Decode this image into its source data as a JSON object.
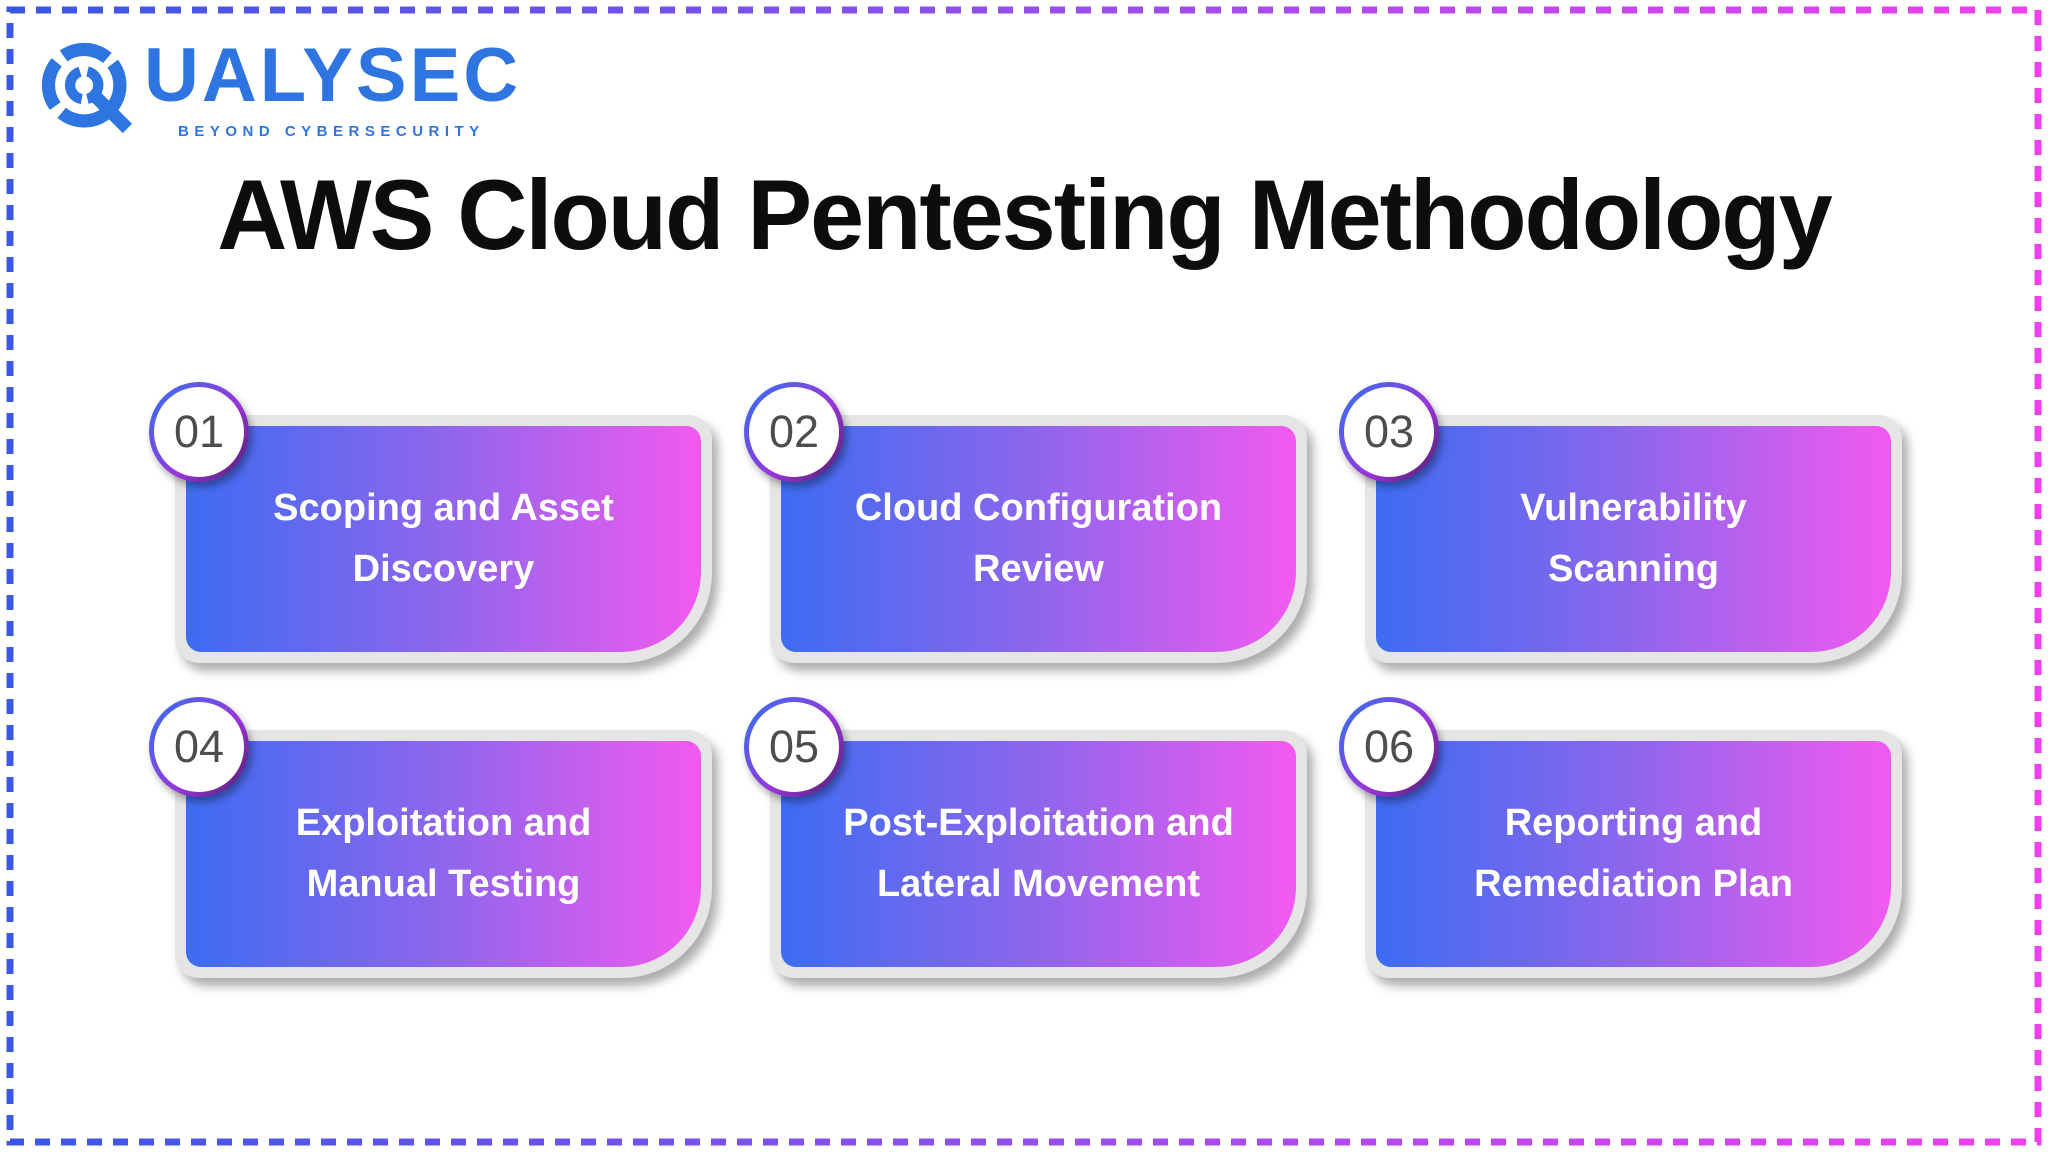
{
  "page": {
    "border_style": "dashed",
    "border_gradient": [
      "#3a57e8",
      "#8a50ea",
      "#ef3ff0"
    ],
    "background": "#ffffff"
  },
  "logo": {
    "brand": "QUALYSEC",
    "wordmark": "UALYSEC",
    "tagline": "BEYOND CYBERSECURITY",
    "color": "#2e75e2"
  },
  "title": "AWS Cloud Pentesting Methodology",
  "colors": {
    "title_text": "#0d0d0d",
    "card_gradient_start": "#3d6cf2",
    "card_gradient_mid": "#8e66ec",
    "card_gradient_end": "#f25af0",
    "card_frame": "#e5e5e5",
    "badge_number": "#4d4d4d",
    "badge_ring_start": "#4468ee",
    "badge_ring_end": "#4a1f66"
  },
  "steps": [
    {
      "number": "01",
      "line1": "Scoping and Asset",
      "line2": "Discovery"
    },
    {
      "number": "02",
      "line1": "Cloud Configuration",
      "line2": "Review"
    },
    {
      "number": "03",
      "line1": "Vulnerability",
      "line2": "Scanning"
    },
    {
      "number": "04",
      "line1": "Exploitation and",
      "line2": "Manual Testing"
    },
    {
      "number": "05",
      "line1": "Post-Exploitation and",
      "line2": "Lateral Movement"
    },
    {
      "number": "06",
      "line1": "Reporting and",
      "line2": "Remediation Plan"
    }
  ]
}
